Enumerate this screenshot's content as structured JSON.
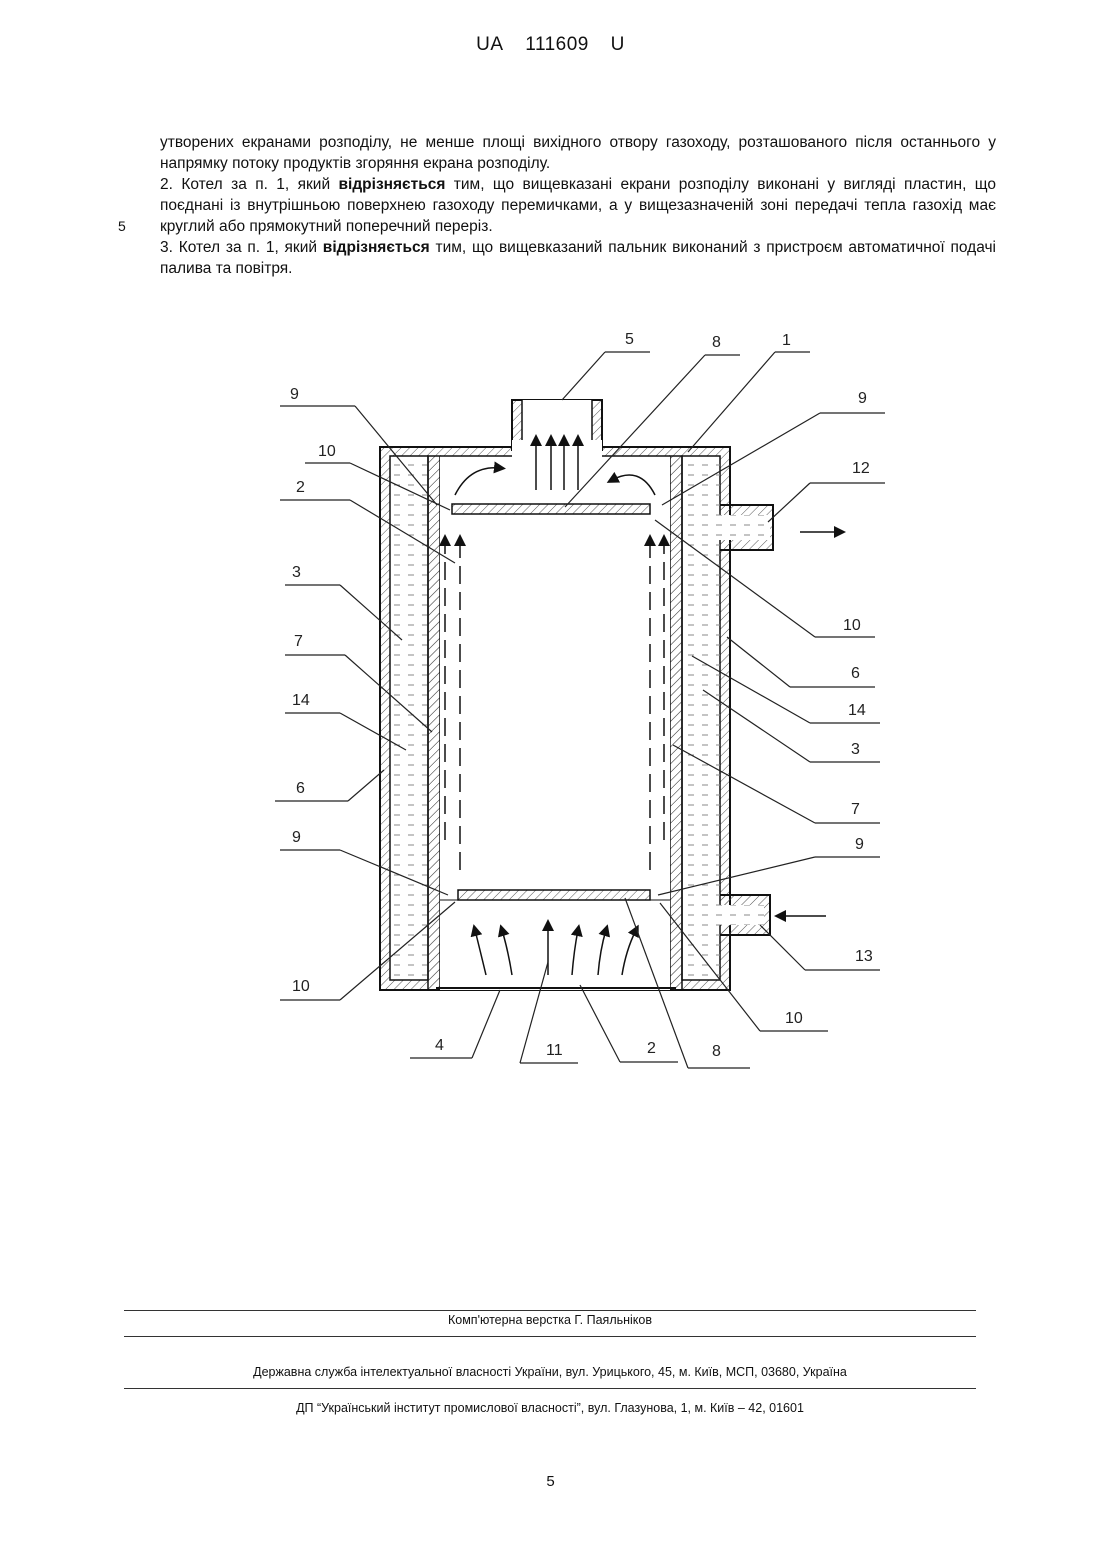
{
  "header": {
    "country": "UA",
    "number": "111609",
    "kind": "U"
  },
  "claims": {
    "continuation": "утворених екранами розподілу, не менше площі вихідного отвору газоходу, розташованого після останнього у напрямку потоку продуктів згоряння екрана розподілу.",
    "claim2_pre": "2. Котел за п. 1, який ",
    "claim2_bold": "відрізняється",
    "claim2_post": " тим, що вищевказані екрани розподілу виконані у вигляді пластин, що поєднані із внутрішньою поверхнею газоходу перемичками, а у вищезазначеній зоні передачі тепла газохід має круглий або прямокутний поперечний переріз.",
    "claim3_pre": "3. Котел за п. 1, який ",
    "claim3_bold": "відрізняється",
    "claim3_post": " тим, що вищевказаний пальник виконаний з пристроєм автоматичної подачі палива та повітря.",
    "line_number": "5"
  },
  "figure": {
    "labels": {
      "top_5": "5",
      "top_8": "8",
      "top_1": "1",
      "left_9_top": "9",
      "left_10_top": "10",
      "left_2": "2",
      "left_3": "3",
      "left_7": "7",
      "left_14": "14",
      "left_6": "6",
      "left_9_bottom": "9",
      "left_10_bottom": "10",
      "right_9_top": "9",
      "right_12": "12",
      "right_10_top": "10",
      "right_6": "6",
      "right_14": "14",
      "right_3": "3",
      "right_7": "7",
      "right_9_bottom": "9",
      "right_13": "13",
      "right_10_bottom": "10",
      "bottom_4": "4",
      "bottom_11": "11",
      "bottom_2": "2",
      "bottom_8": "8"
    }
  },
  "footer": {
    "layout": "Комп'ютерна верстка Г. Паяльніков",
    "office": "Державна служба інтелектуальної власності України, вул. Урицького, 45, м. Київ, МСП, 03680, Україна",
    "institute": "ДП “Український інститут промислової власності”, вул. Глазунова, 1, м. Київ – 42, 01601"
  },
  "page_number": "5"
}
